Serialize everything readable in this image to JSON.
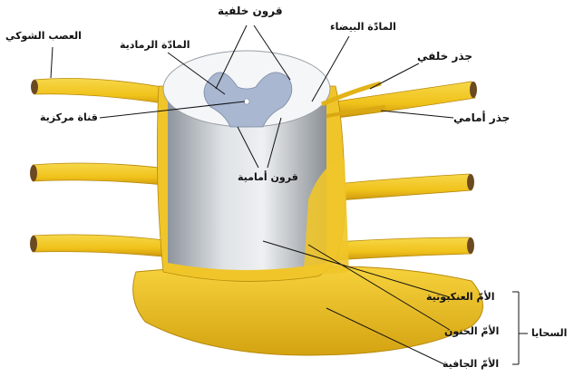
{
  "labels": {
    "posterior_horns": "قرون خلفية",
    "spinal_nerve": "العصب الشوكي",
    "gray_matter": "المادّة الرمادية",
    "white_matter": "المادّة البيضاء",
    "dorsal_root": "جذر خلفي",
    "central_canal": "قناة مركزية",
    "ventral_root": "جذر أمامي",
    "anterior_horns": "قرون أمامية",
    "arachnoid": "الأمّ العنكبوتية",
    "pia_mater": "الأمّ الحنون",
    "dura_mater": "الأمّ الجافية",
    "meninges": "السحايا"
  },
  "colors": {
    "nerve_yellow": "#f2c51a",
    "nerve_shade": "#d9a40f",
    "cord_gray": "#b8bec4",
    "horn_blue": "#9fb0cc",
    "white_matter": "#f4f6f7"
  }
}
